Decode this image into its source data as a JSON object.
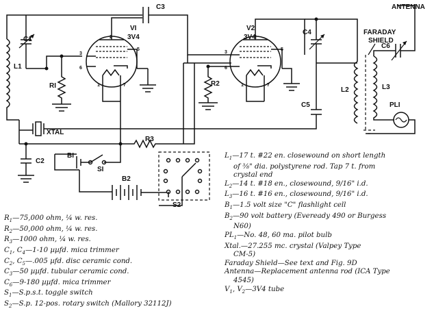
{
  "schematic": {
    "labels": {
      "antenna": "ANTENNA",
      "faraday_1": "FARADAY",
      "faraday_2": "SHIELD",
      "c1": "C1",
      "c2": "C2",
      "c3": "C3",
      "c4": "C4",
      "c5": "C5",
      "c6": "C6",
      "l1": "L1",
      "l2": "L2",
      "l3": "L3",
      "r1": "RI",
      "r2": "R2",
      "r3": "R3",
      "v1_name": "VI",
      "v1_type": "3V4",
      "v2_name": "V2",
      "v2_type": "3V4",
      "xtal": "XTAL",
      "b1": "BI",
      "s1": "SI",
      "b2": "B2",
      "s2": "S2",
      "pl1": "PLI"
    },
    "pins": {
      "v1": [
        "2",
        "3",
        "6",
        "5",
        "1",
        "7"
      ],
      "v2": [
        "2",
        "3",
        "6",
        "5",
        "1",
        "7"
      ]
    }
  },
  "parts_list": {
    "left": [
      {
        "key": "R",
        "sub": "1",
        "text": "—75,000 ohm, ¼ w. res."
      },
      {
        "key": "R",
        "sub": "2",
        "text": "—50,000 ohm, ¼ w. res."
      },
      {
        "key": "R",
        "sub": "3",
        "text": "—1000 ohm, ¼ w. res."
      },
      {
        "key": "C",
        "sub": "1",
        "key2": "C",
        "sub2": "4",
        "text": "—1-10 µµfd. mica trimmer"
      },
      {
        "key": "C",
        "sub": "2",
        "key2": "C",
        "sub2": "5",
        "text": "—.005 µfd. disc ceramic cond."
      },
      {
        "key": "C",
        "sub": "3",
        "text": "—50 µµfd. tubular ceramic cond."
      },
      {
        "key": "C",
        "sub": "6",
        "text": "—9-180 µµfd. mica trimmer"
      },
      {
        "key": "S",
        "sub": "1",
        "text": "—S.p.s.t. toggle switch"
      },
      {
        "key": "S",
        "sub": "2",
        "text": "—S.p. 12-pos. rotary switch (Mallory 32112J)"
      }
    ],
    "right": [
      {
        "key": "L",
        "sub": "1",
        "text": "—17 t. #22 en. closewound on short length",
        "cont": [
          "of ⅜\" dia. polystyrene rod. Tap 7 t. from",
          "crystal end"
        ]
      },
      {
        "key": "L",
        "sub": "2",
        "text": "—14 t. #18 en., closewound, 9/16\" i.d.",
        "cont": []
      },
      {
        "key": "L",
        "sub": "3",
        "text": "—16 t. #16 en., closewound, 9/16\" i.d.",
        "cont": []
      },
      {
        "key": "B",
        "sub": "1",
        "text": "—1.5 volt size \"C\" flashlight cell",
        "cont": []
      },
      {
        "key": "B",
        "sub": "2",
        "text": "—90 volt battery (Eveready 490 or Burgess",
        "cont": [
          "N60)"
        ]
      },
      {
        "key": "PL",
        "sub": "1",
        "text": "—No. 48, 60 ma. pilot bulb",
        "cont": []
      },
      {
        "key": "Xtal.",
        "sub": "",
        "text": "—27.255 mc. crystal (Valpey Type",
        "cont": [
          "CM-5)"
        ]
      },
      {
        "key": "Faraday Shield",
        "sub": "",
        "text": "—See text and Fig. 9D",
        "cont": []
      },
      {
        "key": "Antenna",
        "sub": "",
        "text": "—Replacement antenna rod (ICA Type",
        "cont": [
          "4545)"
        ]
      },
      {
        "key": "V",
        "sub": "1",
        "key2": "V",
        "sub2": "2",
        "text": "—3V4 tube",
        "cont": []
      }
    ]
  }
}
